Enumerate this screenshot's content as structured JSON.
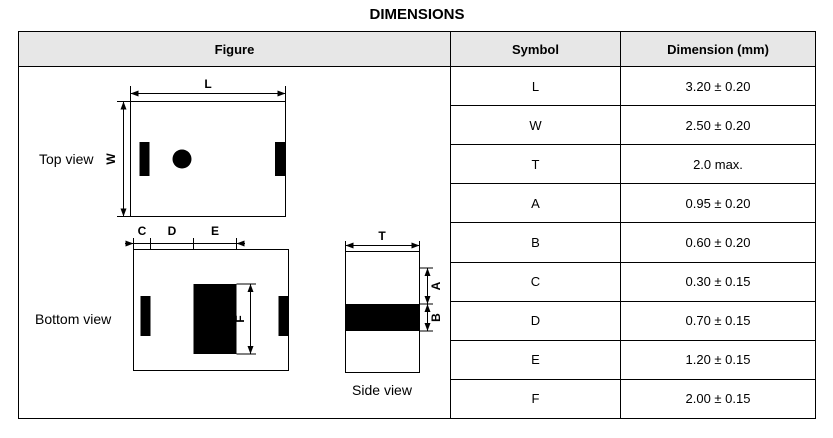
{
  "title": "DIMENSIONS",
  "table": {
    "headers": {
      "figure": "Figure",
      "symbol": "Symbol",
      "dimension": "Dimension (mm)"
    },
    "rows": [
      {
        "symbol": "L",
        "dimension": "3.20 ± 0.20"
      },
      {
        "symbol": "W",
        "dimension": "2.50 ± 0.20"
      },
      {
        "symbol": "T",
        "dimension": "2.0 max."
      },
      {
        "symbol": "A",
        "dimension": "0.95 ± 0.20"
      },
      {
        "symbol": "B",
        "dimension": "0.60 ± 0.20"
      },
      {
        "symbol": "C",
        "dimension": "0.30 ± 0.15"
      },
      {
        "symbol": "D",
        "dimension": "0.70 ± 0.15"
      },
      {
        "symbol": "E",
        "dimension": "1.20 ± 0.15"
      },
      {
        "symbol": "F",
        "dimension": "2.00 ± 0.15"
      }
    ]
  },
  "figure": {
    "views": {
      "top": "Top view",
      "bottom": "Bottom view",
      "side": "Side view"
    },
    "dims": {
      "L": "L",
      "W": "W",
      "T": "T",
      "A": "A",
      "B": "B",
      "C": "C",
      "D": "D",
      "E": "E",
      "F": "F"
    }
  }
}
